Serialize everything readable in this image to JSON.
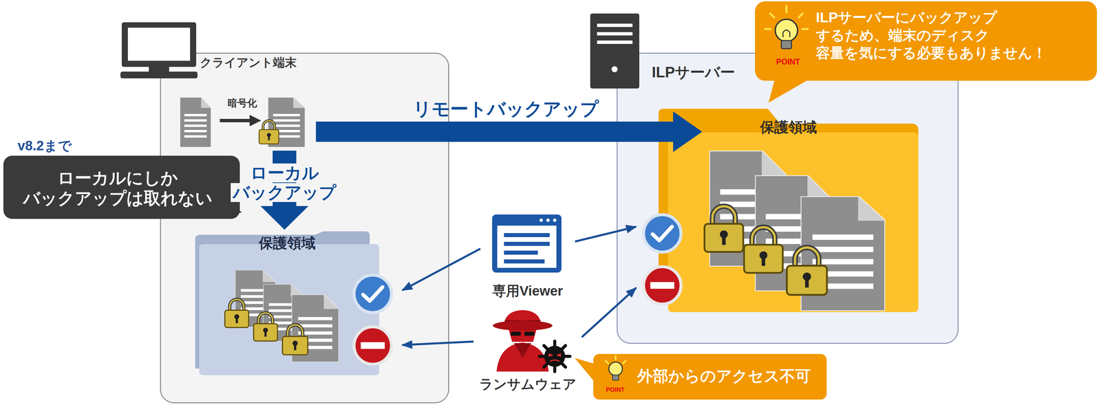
{
  "diagram": {
    "nodes": [
      {
        "text": [
          "クライアント端末"
        ]
      },
      {
        "text": [
          "保護領域"
        ],
        "in": 0
      },
      {
        "text": [
          "ILPサーバー"
        ]
      },
      {
        "text": [
          "保護領域"
        ],
        "in": 2
      },
      {
        "text": [
          "POINT",
          "ILPサーバーにバックアップ するため、端末のディスク 容量を気にする必要もありません！"
        ]
      },
      {
        "text": [
          "v8.2まで",
          "ローカルにしか バックアップは取れない"
        ]
      },
      {
        "text": [
          "専用Viewer"
        ]
      },
      {
        "text": [
          "ランサムウェア"
        ]
      },
      {
        "text": [
          "POINT",
          "外部からのアクセス不可"
        ]
      }
    ],
    "edges": [
      {
        "from": 6,
        "to": 1,
        "arrow": "to"
      },
      {
        "from": 6,
        "to": 3,
        "arrow": "to"
      },
      {
        "from": 7,
        "to": 1,
        "arrow": "to"
      },
      {
        "from": 7,
        "to": 3,
        "arrow": "to"
      }
    ],
    "labels": [
      "暗号化",
      "リモートバックアップ",
      "ローカル バックアップ"
    ]
  }
}
